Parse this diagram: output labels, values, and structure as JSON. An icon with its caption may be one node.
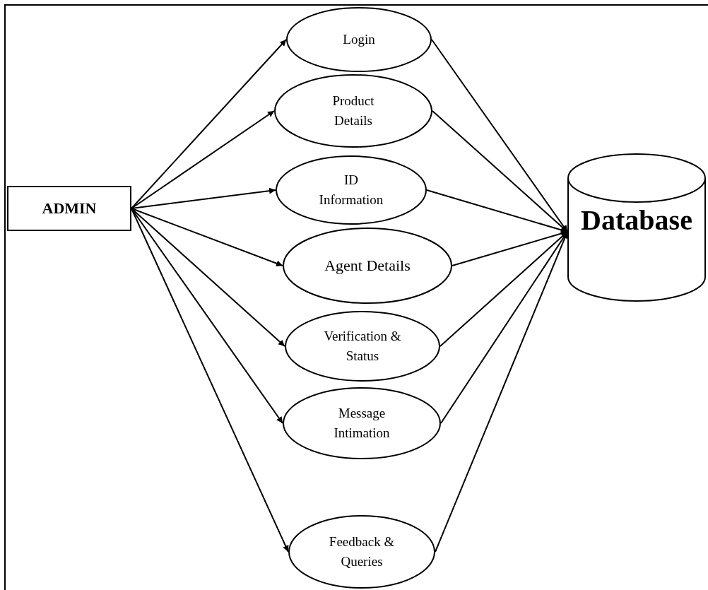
{
  "diagram": {
    "nodes": [
      {
        "text": [
          "ADMIN"
        ]
      },
      {
        "text": [
          "Login"
        ]
      },
      {
        "text": [
          "Product Details"
        ]
      },
      {
        "text": [
          "ID Information"
        ]
      },
      {
        "text": [
          "Agent Details"
        ]
      },
      {
        "text": [
          "Verification & Status"
        ]
      },
      {
        "text": [
          "Message Intimation"
        ]
      },
      {
        "text": [
          "Feedback & Queries"
        ]
      },
      {
        "text": [
          "Database"
        ]
      }
    ],
    "edges": [
      {
        "from": 0,
        "to": 1,
        "arrow": "to"
      },
      {
        "from": 0,
        "to": 2,
        "arrow": "to"
      },
      {
        "from": 0,
        "to": 3,
        "arrow": "to"
      },
      {
        "from": 0,
        "to": 4,
        "arrow": "to"
      },
      {
        "from": 0,
        "to": 5,
        "arrow": "to"
      },
      {
        "from": 0,
        "to": 6,
        "arrow": "to"
      },
      {
        "from": 0,
        "to": 7,
        "arrow": "to"
      },
      {
        "from": 1,
        "to": 8,
        "arrow": "to"
      },
      {
        "from": 2,
        "to": 8,
        "arrow": "to"
      },
      {
        "from": 3,
        "to": 8,
        "arrow": "to"
      },
      {
        "from": 4,
        "to": 8,
        "arrow": "to"
      },
      {
        "from": 5,
        "to": 8,
        "arrow": "to"
      },
      {
        "from": 6,
        "to": 8,
        "arrow": "to"
      },
      {
        "from": 7,
        "to": 8,
        "arrow": "to"
      }
    ]
  }
}
